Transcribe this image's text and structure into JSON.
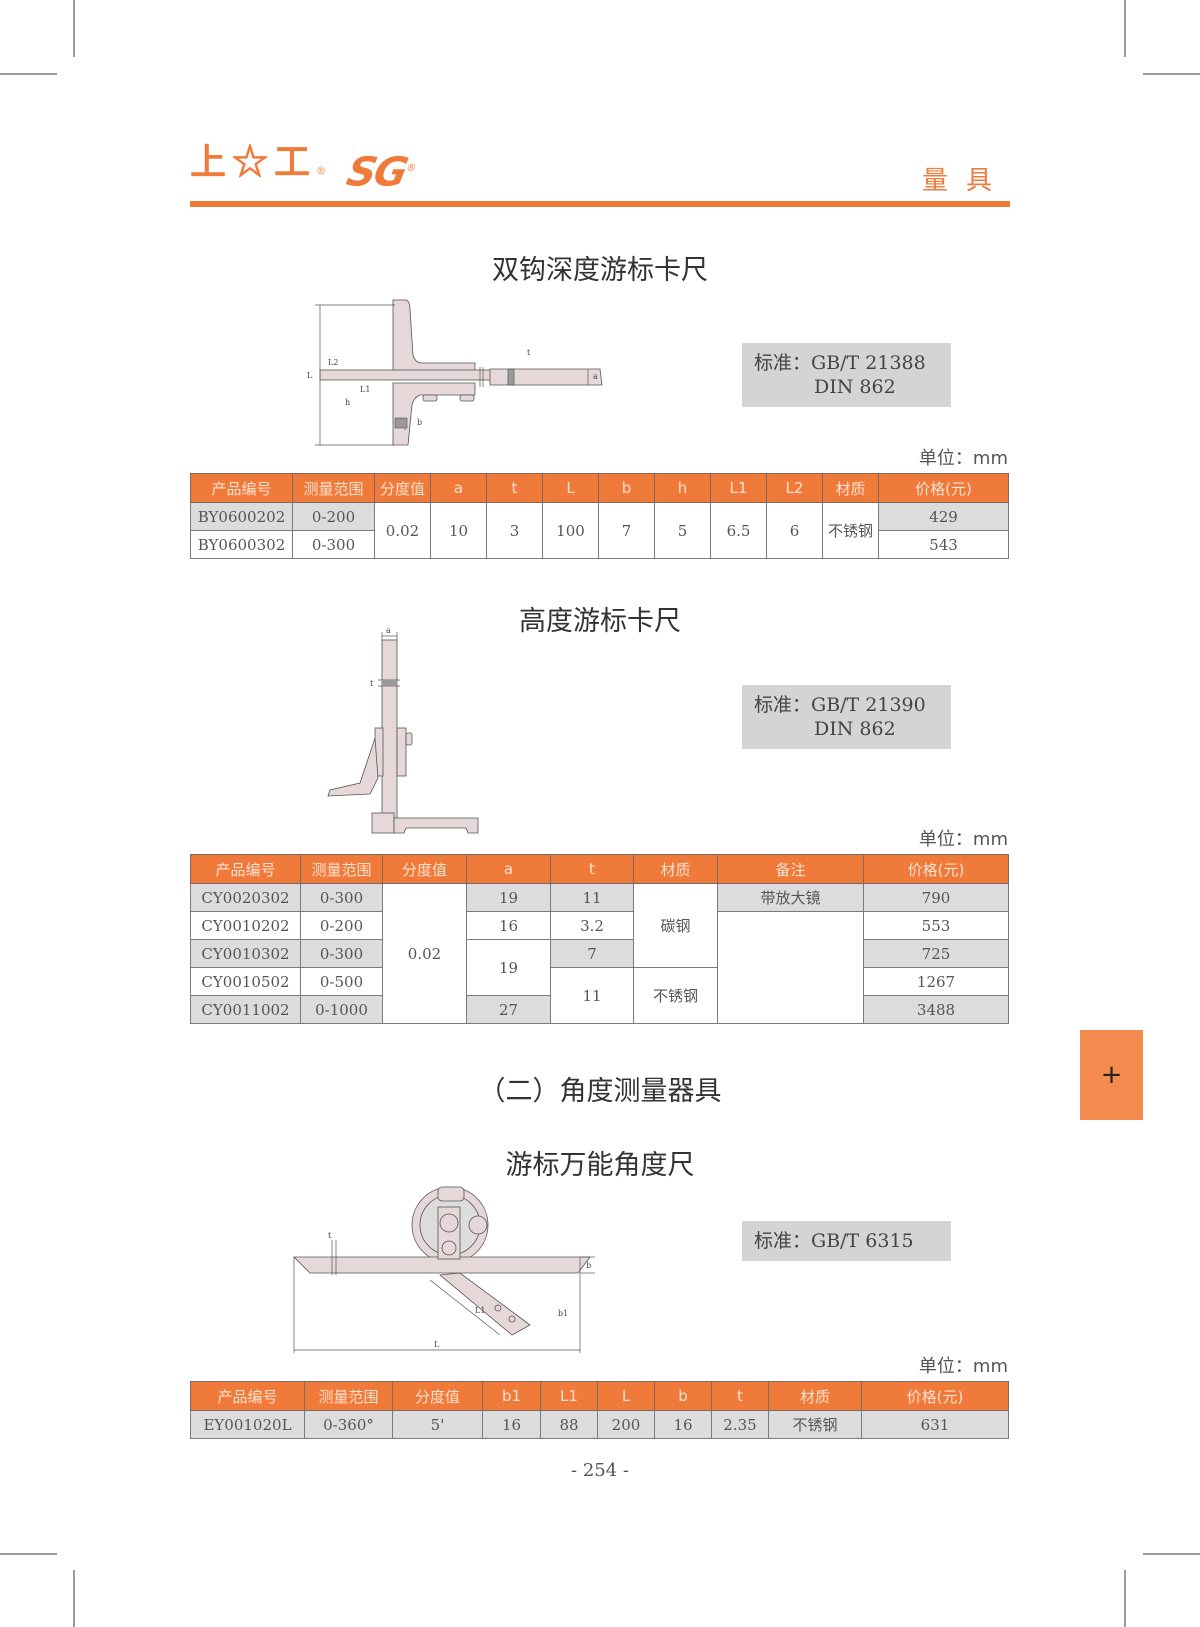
{
  "header": {
    "logo_cn": "上☆工",
    "logo_cn_mark": "®",
    "logo_en": "SG",
    "logo_en_mark": "®",
    "category": "量具",
    "brand_color": "#f07a3a"
  },
  "sections": [
    {
      "title": "双钩深度游标卡尺",
      "standard_label": "标准：",
      "standard_line1": "GB/T 21388",
      "standard_line2": "DIN 862",
      "unit": "单位：mm",
      "drawing_labels": [
        "L",
        "L2",
        "L1",
        "h",
        "b",
        "t",
        "a"
      ],
      "table": {
        "headers": [
          "产品编号",
          "测量范围",
          "分度值",
          "a",
          "t",
          "L",
          "b",
          "h",
          "L1",
          "L2",
          "材质",
          "价格(元)"
        ],
        "rows": [
          {
            "code": "BY0600202",
            "range": "0-200",
            "price": "429"
          },
          {
            "code": "BY0600302",
            "range": "0-300",
            "price": "543"
          }
        ],
        "shared": {
          "division": "0.02",
          "a": "10",
          "t": "3",
          "L": "100",
          "b": "7",
          "h": "5",
          "L1": "6.5",
          "L2": "6",
          "material": "不锈钢"
        }
      }
    },
    {
      "title": "高度游标卡尺",
      "standard_label": "标准：",
      "standard_line1": "GB/T 21390",
      "standard_line2": "DIN 862",
      "unit": "单位：mm",
      "drawing_labels": [
        "a",
        "t"
      ],
      "table": {
        "headers": [
          "产品编号",
          "测量范围",
          "分度值",
          "a",
          "t",
          "材质",
          "备注",
          "价格(元)"
        ],
        "rows": [
          {
            "code": "CY0020302",
            "range": "0-300",
            "a": "19",
            "t": "11",
            "note": "带放大镜",
            "price": "790"
          },
          {
            "code": "CY0010202",
            "range": "0-200",
            "a": "16",
            "t": "3.2",
            "price": "553"
          },
          {
            "code": "CY0010302",
            "range": "0-300",
            "a": "19",
            "t": "7",
            "price": "725"
          },
          {
            "code": "CY0010502",
            "range": "0-500",
            "a": "19",
            "t": "11",
            "price": "1267"
          },
          {
            "code": "CY0011002",
            "range": "0-1000",
            "a": "27",
            "t": "11",
            "price": "3488"
          }
        ],
        "shared": {
          "division": "0.02",
          "material_carbon": "碳钢",
          "material_stainless": "不锈钢"
        }
      }
    },
    {
      "category_title": "（二）角度测量器具",
      "title": "游标万能角度尺",
      "standard_label": "标准：",
      "standard_line1": "GB/T 6315",
      "unit": "单位：mm",
      "drawing_labels": [
        "t",
        "b",
        "L1",
        "b1",
        "L"
      ],
      "table": {
        "headers": [
          "产品编号",
          "测量范围",
          "分度值",
          "b1",
          "L1",
          "L",
          "b",
          "t",
          "材质",
          "价格(元)"
        ],
        "rows": [
          {
            "code": "EY001020L",
            "range": "0-360°",
            "division": "5'",
            "b1": "16",
            "L1": "88",
            "L": "200",
            "b": "16",
            "t": "2.35",
            "material": "不锈钢",
            "price": "631"
          }
        ]
      }
    }
  ],
  "side_tab": {
    "label": "+"
  },
  "page_number": "- 254 -"
}
